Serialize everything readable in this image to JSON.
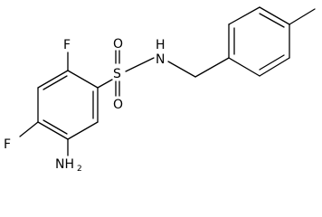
{
  "atoms": {
    "f_top": "F",
    "f_left": "F",
    "nh2": "NH",
    "nh2_sub": "2",
    "s": "S",
    "o_top": "O",
    "o_bottom": "O",
    "nh": "N",
    "nh_h": "H"
  }
}
